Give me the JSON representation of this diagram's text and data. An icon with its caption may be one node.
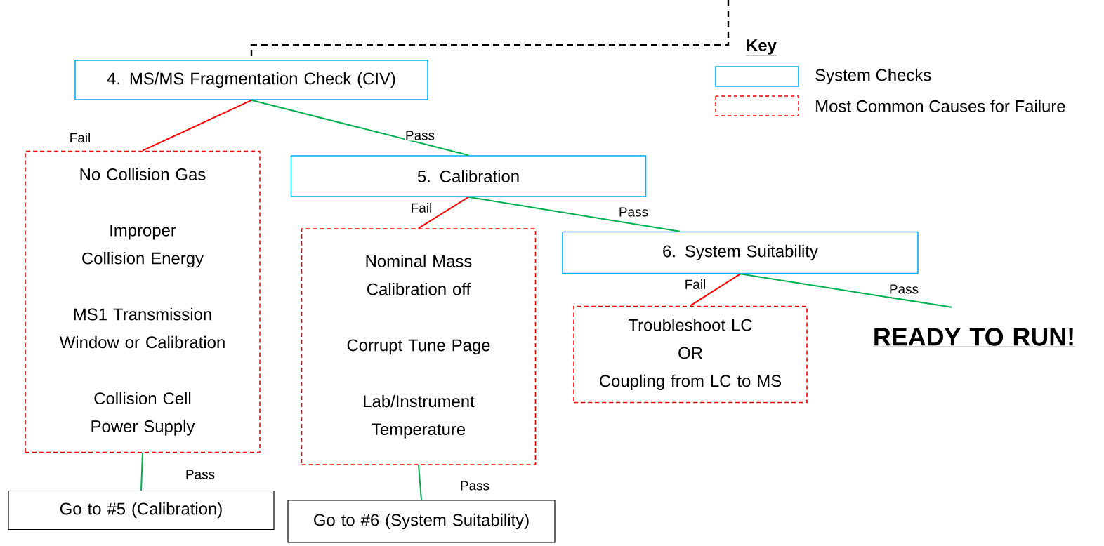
{
  "diagram": {
    "nodes": [
      {
        "text": [
          "4. MS/MS Fragmentation Check (CIV)"
        ]
      },
      {
        "text": [
          "No Collision Gas",
          "Improper Collision Energy",
          "MS1 Transmission Window or Calibration",
          "Collision Cell Power Supply"
        ]
      },
      {
        "text": [
          "5. Calibration"
        ]
      },
      {
        "text": [
          "Nominal Mass Calibration off",
          "Corrupt Tune Page",
          "Lab/Instrument Temperature"
        ]
      },
      {
        "text": [
          "6. System Suitability"
        ]
      },
      {
        "text": [
          "Troubleshoot LC",
          "OR",
          "Coupling from LC to MS"
        ]
      },
      {
        "text": [
          "READY TO RUN!"
        ]
      },
      {
        "text": [
          "Go to #5 (Calibration)"
        ]
      },
      {
        "text": [
          "Go to #6 (System Suitability)"
        ]
      }
    ],
    "edges": [
      {
        "from": null,
        "to": 0,
        "arrow": "none",
        "style": "dashed",
        "color": "#000000"
      },
      {
        "from": 0,
        "to": 1,
        "arrow": "none",
        "label": "Fail",
        "color": "#ff0000"
      },
      {
        "from": 0,
        "to": 2,
        "arrow": "none",
        "label": "Pass"
      },
      {
        "from": 2,
        "to": 3,
        "arrow": "none",
        "label": "Fail",
        "color": "#ff0000"
      },
      {
        "from": 2,
        "to": 4,
        "arrow": "none",
        "label": "Pass"
      },
      {
        "from": 4,
        "to": 5,
        "arrow": "none",
        "label": "Fail",
        "color": "#ff0000"
      },
      {
        "from": 4,
        "to": 6,
        "arrow": "none",
        "label": "Pass"
      },
      {
        "from": 1,
        "to": 7,
        "arrow": "none",
        "label": "Pass"
      },
      {
        "from": 3,
        "to": 8,
        "arrow": "none",
        "label": "Pass"
      }
    ],
    "labels": [
      "Key"
    ],
    "legend": [
      {
        "text": "System Checks"
      },
      {
        "text": "Most Common Causes for Failure"
      }
    ]
  }
}
